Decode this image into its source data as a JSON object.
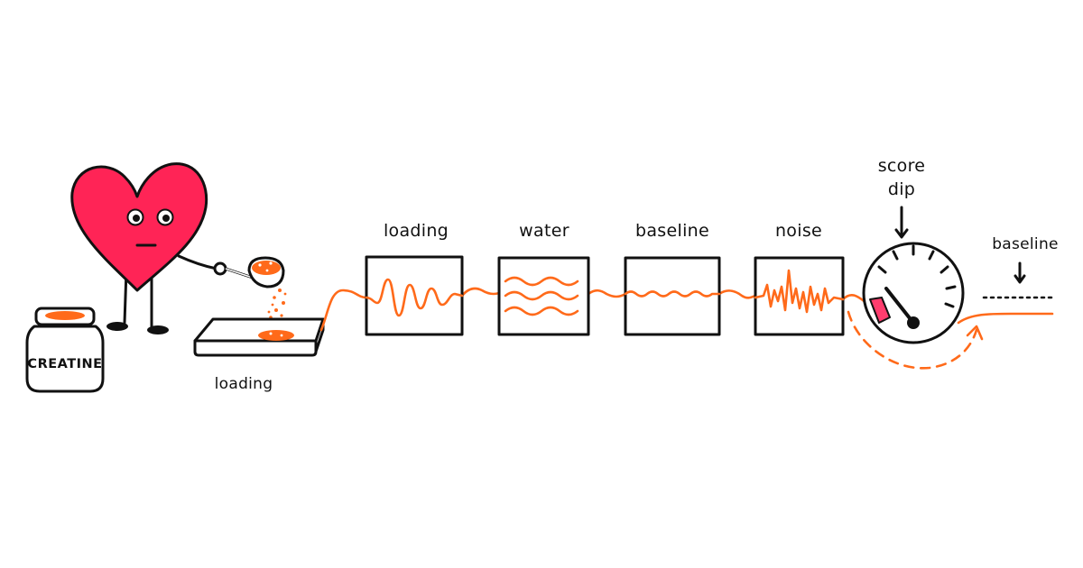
{
  "colors": {
    "ink": "#111111",
    "signal": "#ff6a1a",
    "heart": "#ff2456",
    "dip_zone": "#ff3d6e",
    "background": "#ffffff"
  },
  "jar": {
    "label": "CREATINE"
  },
  "tray": {
    "label": "loading"
  },
  "stages": [
    {
      "label": "loading",
      "signal": "damped-oscillation"
    },
    {
      "label": "water",
      "signal": "three-parallel-waves"
    },
    {
      "label": "baseline",
      "signal": "small-ripple"
    },
    {
      "label": "noise",
      "signal": "jagged-noise"
    }
  ],
  "gauge": {
    "label_line1": "score",
    "label_line2": "dip"
  },
  "end": {
    "label": "baseline"
  }
}
